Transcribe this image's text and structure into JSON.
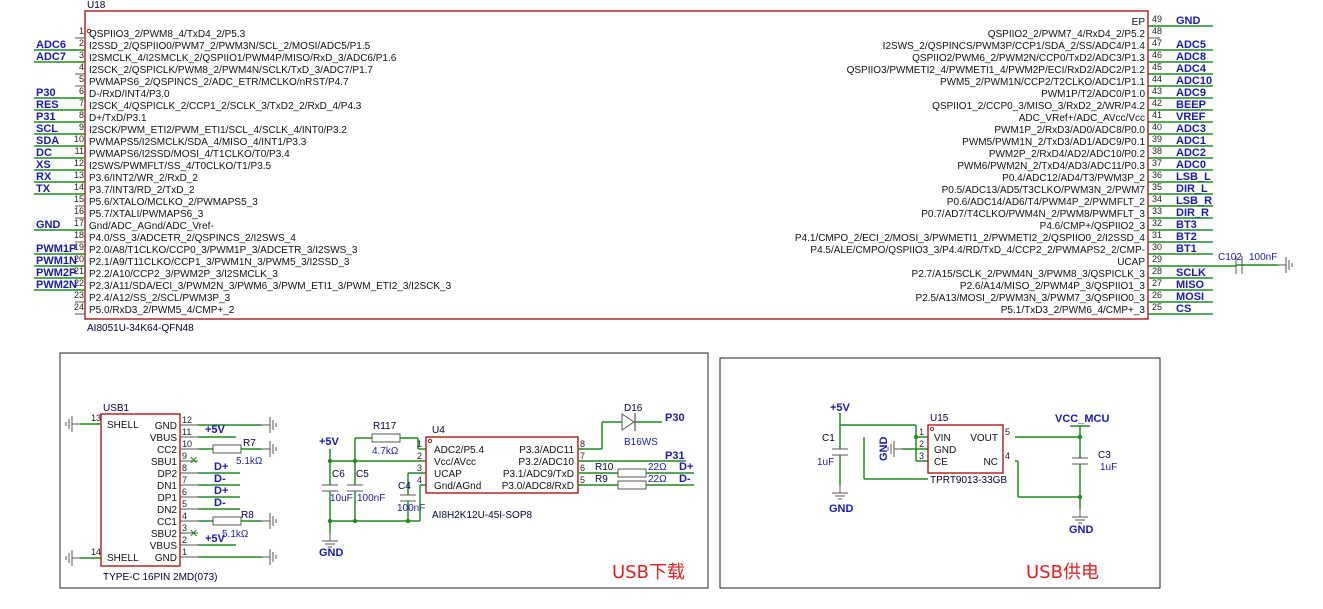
{
  "u18": {
    "ref": "U18",
    "part": "AI8051U-34K64-QFN48",
    "left_pins": [
      {
        "num": "1",
        "label": "QSPIIO3_2/PWM8_4/TxD4_2/P5.3",
        "net": ""
      },
      {
        "num": "2",
        "label": "I2SSD_2/QSPIIO0/PWM7_2/PWM3N/SCL_2/MOSI/ADC5/P1.5",
        "net": "ADC6"
      },
      {
        "num": "3",
        "label": "I2SMCLK_4/I2SMCLK_2/QSPIIO1/PWM4P/MISO/RxD_3/ADC6/P1.6",
        "net": "ADC7"
      },
      {
        "num": "4",
        "label": "I2SCK_2/QSPICLK/PWM8_2/PWM4N/SCLK/TxD_3/ADC7/P1.7",
        "net": ""
      },
      {
        "num": "5",
        "label": "PWMAPS6_2/QSPINCS_2/ADC_ETR/MCLKO/nRST/P4.7",
        "net": ""
      },
      {
        "num": "6",
        "label": "D-/RxD/INT4/P3.0",
        "net": "P30"
      },
      {
        "num": "7",
        "label": "I2SCK_4/QSPICLK_2/CCP1_2/SCLK_3/TxD2_2/RxD_4/P4.3",
        "net": "RES"
      },
      {
        "num": "8",
        "label": "D+/TxD/P3.1",
        "net": "P31"
      },
      {
        "num": "9",
        "label": "I2SCK/PWM_ETI2/PWM_ETI1/SCL_4/SCLK_4/INT0/P3.2",
        "net": "SCL"
      },
      {
        "num": "10",
        "label": "PWMAPS5/I2SMCLK/SDA_4/MISO_4/INT1/P3.3",
        "net": "SDA"
      },
      {
        "num": "11",
        "label": "PWMAPS6/I2SSD/MOSI_4/T1CLKO/T0/P3.4",
        "net": "DC"
      },
      {
        "num": "12",
        "label": "I2SWS/PWMFLT/SS_4/T0CLKO/T1/P3.5",
        "net": "XS"
      },
      {
        "num": "13",
        "label": "P3.6/INT2/WR_2/RxD_2",
        "net": "RX"
      },
      {
        "num": "14",
        "label": "P3.7/INT3/RD_2/TxD_2",
        "net": "TX"
      },
      {
        "num": "15",
        "label": "P5.6/XTALO/MCLKO_2/PWMAPS5_3",
        "net": ""
      },
      {
        "num": "16",
        "label": "P5.7/XTALI/PWMAPS6_3",
        "net": ""
      },
      {
        "num": "17",
        "label": "Gnd/ADC_AGnd/ADC_Vref-",
        "net": "GND"
      },
      {
        "num": "18",
        "label": "P4.0/SS_3/ADCETR_2/QSPINCS_2/I2SWS_4",
        "net": ""
      },
      {
        "num": "19",
        "label": "P2.0/A8/T1CLKO/CCP0_3/PWM1P_3/ADCETR_3/I2SWS_3",
        "net": "PWM1P"
      },
      {
        "num": "20",
        "label": "P2.1/A9/T11CLKO/CCP1_3/PWM1N_3/PWM5_3/I2SSD_3",
        "net": "PWM1N"
      },
      {
        "num": "21",
        "label": "P2.2/A10/CCP2_3/PWM2P_3/I2SMCLK_3",
        "net": "PWM2P"
      },
      {
        "num": "22",
        "label": "P2.3/A11/SDA/ECI_3/PWM2N_3/PWM6_3/PWM_ETI1_3/PWM_ETI2_3/I2SCK_3",
        "net": "PWM2N"
      },
      {
        "num": "23",
        "label": "P2.4/A12/SS_2/SCL/PWM3P_3",
        "net": ""
      },
      {
        "num": "24",
        "label": "P5.0/RxD3_2/PWM5_4/CMP+_2",
        "net": ""
      }
    ],
    "right_pins": [
      {
        "num": "49",
        "label": "EP",
        "net": "GND"
      },
      {
        "num": "48",
        "label": "QSPIIO2_2/PWM7_4/RxD4_2/P5.2",
        "net": ""
      },
      {
        "num": "47",
        "label": "I2SWS_2/QSPINCS/PWM3P/CCP1/SDA_2/SS/ADC4/P1.4",
        "net": "ADC5"
      },
      {
        "num": "46",
        "label": "QSPIIO2/PWM6_2/PWM2N/CCP0/TxD2/ADC3/P1.3",
        "net": "ADC8"
      },
      {
        "num": "45",
        "label": "QSPIIO3/PWMETI2_4/PWMETI1_4/PWM2P/ECI/RxD2/ADC2/P1.2",
        "net": "ADC4"
      },
      {
        "num": "44",
        "label": "PWM5_2/PWM1N/CCP2/T2CLKO/ADC1/P1.1",
        "net": "ADC10"
      },
      {
        "num": "43",
        "label": "PWM1P/T2/ADC0/P1.0",
        "net": "ADC9"
      },
      {
        "num": "42",
        "label": "QSPIIO1_2/CCP0_3/MISO_3/RxD2_2/WR/P4.2",
        "net": "BEEP"
      },
      {
        "num": "41",
        "label": "ADC_VRef+/ADC_AVcc/Vcc",
        "net": "VREF"
      },
      {
        "num": "40",
        "label": "PWM1P_2/RxD3/AD0/ADC8/P0.0",
        "net": "ADC3"
      },
      {
        "num": "39",
        "label": "PWM5/PWM1N_2/TxD3/AD1/ADC9/P0.1",
        "net": "ADC1"
      },
      {
        "num": "38",
        "label": "PWM2P_2/RxD4/AD2/ADC10/P0.2",
        "net": "ADC2"
      },
      {
        "num": "37",
        "label": "PWM6/PWM2N_2/TxD4/AD3/ADC11/P0.3",
        "net": "ADC0"
      },
      {
        "num": "36",
        "label": "P0.4/ADC12/AD4/T3/PWM3P_2",
        "net": "LSB_L"
      },
      {
        "num": "35",
        "label": "P0.5/ADC13/AD5/T3CLKO/PWM3N_2/PWM7",
        "net": "DIR_L"
      },
      {
        "num": "34",
        "label": "P0.6/ADC14/AD6/T4/PWM4P_2/PWMFLT_2",
        "net": "LSB_R"
      },
      {
        "num": "33",
        "label": "P0.7/AD7/T4CLKO/PWM4N_2/PWM8/PWMFLT_3",
        "net": "DIR_R"
      },
      {
        "num": "32",
        "label": "P4.6/CMP+/QSPIIO2_3",
        "net": "BT3"
      },
      {
        "num": "31",
        "label": "P4.1/CMPO_2/ECI_2/MOSI_3/PWMETI1_2/PWMETI2_2/QSPIIO0_2/I2SSD_4",
        "net": "BT2"
      },
      {
        "num": "30",
        "label": "P4.5/ALE/CMPO/QSPIIO3_3/P4.4/RD/TxD_4/CCP2_2/PWMAPS2_2/CMP-",
        "net": "BT1"
      },
      {
        "num": "29",
        "label": "UCAP",
        "net": ""
      },
      {
        "num": "28",
        "label": "P2.7/A15/SCLK_2/PWM4N_3/PWM8_3/QSPICLK_3",
        "net": "SCLK"
      },
      {
        "num": "27",
        "label": "P2.6/A14/MISO_2/PWM4P_3/QSPIIO1_3",
        "net": "MISO"
      },
      {
        "num": "26",
        "label": "P2.5/A13/MOSI_2/PWM3N_3/PWM7_3/QSPIIO0_3",
        "net": "MOSI"
      },
      {
        "num": "25",
        "label": "P5.1/TxD3_2/PWM6_4/CMP+_3",
        "net": "CS"
      }
    ],
    "c102_ref": "C102",
    "c102_val": "100nF"
  },
  "usb_download": {
    "title": "USB下载",
    "usb1": {
      "ref": "USB1",
      "part": "TYPE-C 16PIN 2MD(073)",
      "shell_top": "SHELL",
      "shell_bot": "SHELL",
      "shell_top_num": "13",
      "shell_bot_num": "14",
      "pins": [
        {
          "num": "12",
          "label": "GND"
        },
        {
          "num": "11",
          "label": "VBUS"
        },
        {
          "num": "10",
          "label": "CC2"
        },
        {
          "num": "9",
          "label": "SBU1"
        },
        {
          "num": "8",
          "label": "DP2"
        },
        {
          "num": "7",
          "label": "DN1"
        },
        {
          "num": "6",
          "label": "DP1"
        },
        {
          "num": "5",
          "label": "DN2"
        },
        {
          "num": "4",
          "label": "CC1"
        },
        {
          "num": "3",
          "label": "SBU2"
        },
        {
          "num": "2",
          "label": "VBUS"
        },
        {
          "num": "1",
          "label": "GND"
        }
      ]
    },
    "r7": {
      "ref": "R7",
      "val": "5.1kΩ"
    },
    "r8": {
      "ref": "R8",
      "val": "5.1kΩ"
    },
    "net_5v_a": "+5V",
    "net_5v_b": "+5V",
    "net_dplus_a": "D+",
    "net_dminus_a": "D-",
    "net_dplus_b": "D+",
    "net_dminus_b": "D-",
    "r117": {
      "ref": "R117",
      "val": "4.7kΩ"
    },
    "c6": {
      "ref": "C6",
      "val": "10uF"
    },
    "c5": {
      "ref": "C5",
      "val": "100nF"
    },
    "c4": {
      "ref": "C4",
      "val": "100nF"
    },
    "net_5v_c": "+5V",
    "gnd_label": "GND",
    "u4": {
      "ref": "U4",
      "part": "AI8H2K12U-45I-SOP8",
      "left_pins": [
        {
          "num": "1",
          "label": "ADC2/P5.4"
        },
        {
          "num": "2",
          "label": "Vcc/AVcc"
        },
        {
          "num": "3",
          "label": "UCAP"
        },
        {
          "num": "4",
          "label": "Gnd/AGnd"
        }
      ],
      "right_pins": [
        {
          "num": "8",
          "label": "P3.3/ADC11"
        },
        {
          "num": "7",
          "label": "P3.2/ADC10"
        },
        {
          "num": "6",
          "label": "P3.1/ADC9/TxD"
        },
        {
          "num": "5",
          "label": "P3.0/ADC8/RxD"
        }
      ]
    },
    "d16": {
      "ref": "D16",
      "val": "B16WS"
    },
    "net_p30": "P30",
    "net_p31": "P31",
    "r10": {
      "ref": "R10",
      "val": "22Ω"
    },
    "r9": {
      "ref": "R9",
      "val": "22Ω"
    },
    "net_dplus_c": "D+",
    "net_dminus_c": "D-"
  },
  "usb_power": {
    "title": "USB供电",
    "net_5v": "+5V",
    "c1": {
      "ref": "C1",
      "val": "1uF"
    },
    "c3": {
      "ref": "C3",
      "val": "1uF"
    },
    "gnd_a": "GND",
    "gnd_b": "GND",
    "gnd_c": "GND",
    "vcc_mcu": "VCC_MCU",
    "u15": {
      "ref": "U15",
      "part": "TPRT9013-33GB",
      "pins": [
        {
          "num": "1",
          "label": "VIN"
        },
        {
          "num": "2",
          "label": "GND"
        },
        {
          "num": "3",
          "label": "CE"
        },
        {
          "num": "5",
          "label": "VOUT"
        },
        {
          "num": "4",
          "label": "NC"
        }
      ]
    }
  }
}
